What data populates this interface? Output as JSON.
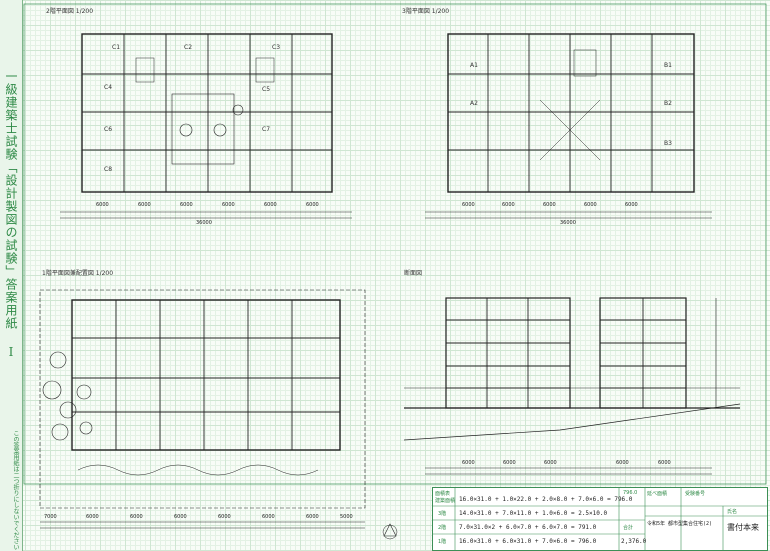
{
  "sidebar": {
    "title": "一級建築士試験「設計製図の試験」答案用紙 Ⅰ",
    "note": "この答案用紙は二つ折りにしないでください"
  },
  "plans": {
    "floor2": {
      "label": "2階平面図",
      "scale": "1/200"
    },
    "floor3": {
      "label": "3階平面図",
      "scale": "1/200"
    },
    "floor1": {
      "label": "1階平面図兼配置図",
      "scale": "1/200"
    },
    "section": {
      "label": "断面図"
    }
  },
  "dimensions": {
    "grid_span": "6000",
    "edge_span": "7000",
    "total": "36000",
    "side_span": "5000"
  },
  "rooms": {
    "c_units": [
      "C1",
      "C2",
      "C3",
      "C4",
      "C5",
      "C6",
      "C7",
      "C8"
    ],
    "a_units": [
      "A1",
      "A2"
    ],
    "b_units": [
      "B1",
      "B2",
      "B3"
    ]
  },
  "title_block": {
    "area_label": "面積表",
    "building_area_label": "建築面積",
    "floor_area_label": "延べ面積",
    "floors": [
      "3階",
      "2階",
      "1階"
    ],
    "building_area_calc": "16.0×31.0 + 1.0×22.0 + 2.0×8.0 + 7.0×6.0 = 796.0",
    "floor3_calc": "14.0×31.0 + 7.0×11.0 + 1.0×6.0 = 2.5×10.0",
    "floor2_calc": "7.0×31.0×2 + 6.0×7.0 + 6.0×7.0 = 791.0",
    "floor1_calc": "16.0×31.0 + 6.0×31.0 + 7.0×6.0 = 796.0",
    "total_label": "合計",
    "building_area_value": "796.0",
    "floor_area_total": "2,376.0",
    "examinee_label": "受験番号",
    "name_label": "氏名",
    "exam_title": "令和5年 都市型集合住宅(2)",
    "name_value": "書付本来"
  }
}
